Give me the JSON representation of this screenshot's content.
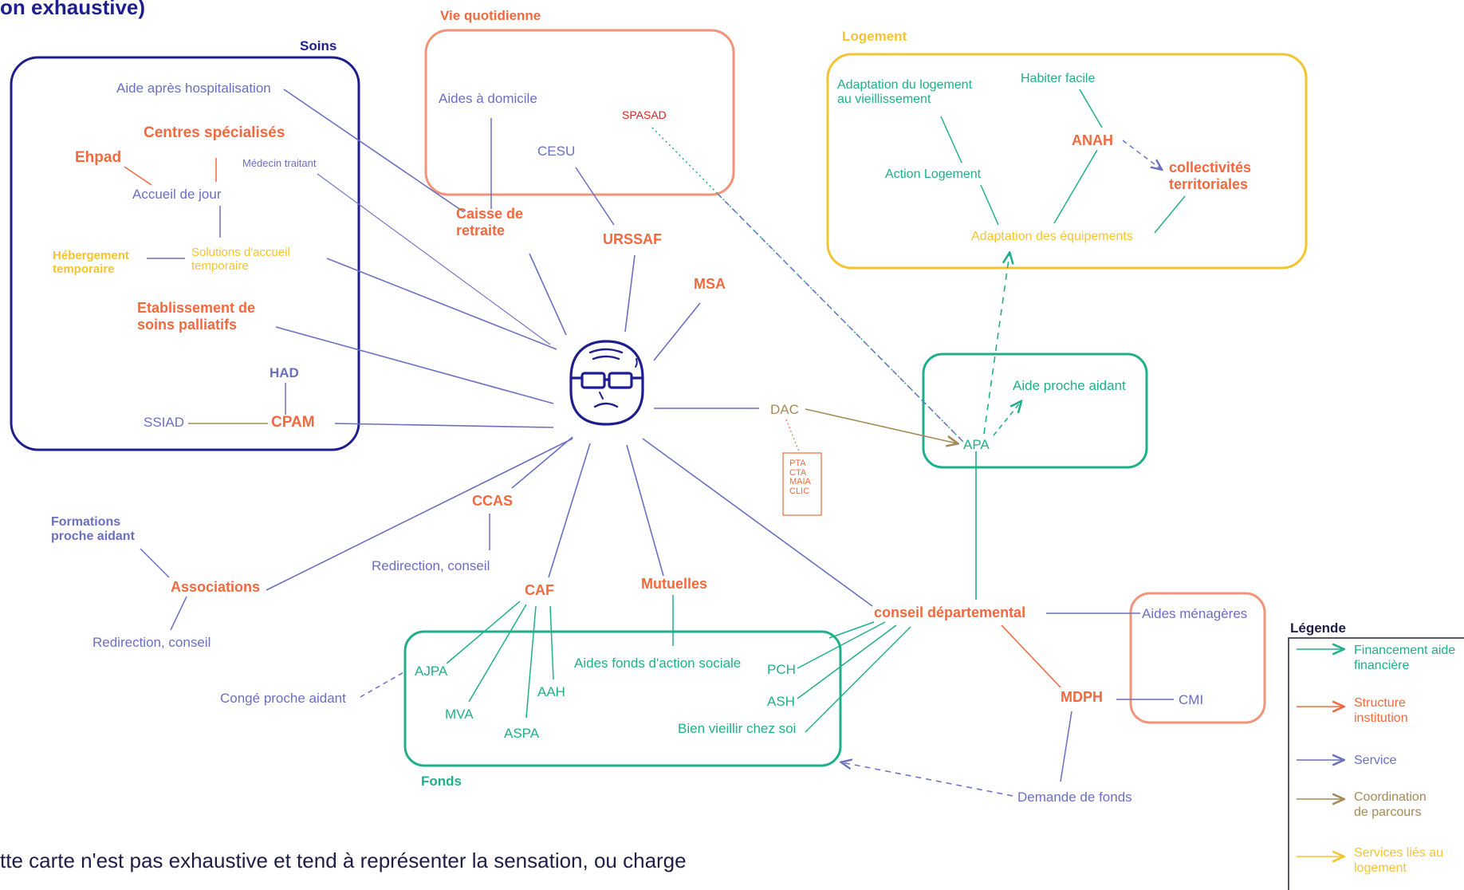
{
  "heading": "on exhaustive)",
  "groups": {
    "soins": "Soins",
    "vie_quotidienne": "Vie quotidienne",
    "logement": "Logement",
    "fonds": "Fonds"
  },
  "nodes": {
    "aide_apres_hosp": "Aide après hospitalisation",
    "centres_specialises": "Centres spécialisés",
    "ehpad": "Ehpad",
    "medecin_traitant": "Médecin traitant",
    "accueil_jour": "Accueil de jour",
    "hebergement_temporaire": "Hébergement temporaire",
    "solutions_accueil": "Solutions d'accueil temporaire",
    "etablissement_palliatifs": "Etablissement de soins palliatifs",
    "had": "HAD",
    "ssiad": "SSIAD",
    "cpam": "CPAM",
    "aides_domicile": "Aides à domicile",
    "spasad": "SPASAD",
    "cesu": "CESU",
    "caisse_retraite": "Caisse de retraite",
    "urssaf": "URSSAF",
    "msa": "MSA",
    "adaptation_logement": "Adaptation du logement au vieillissement",
    "habiter_facile": "Habiter facile",
    "anah": "ANAH",
    "action_logement": "Action Logement",
    "collectivites": "collectivités territoriales",
    "adaptation_equipements": "Adaptation des équipements",
    "aide_proche_aidant": "Aide proche aidant",
    "apa": "APA",
    "dac": "DAC",
    "dac_box": "PTA CTA MAIA CLIC",
    "ccas": "CCAS",
    "redirection_conseil_ccas": "Redirection, conseil",
    "formations_proche_aidant": "Formations proche aidant",
    "associations": "Associations",
    "redirection_conseil_assoc": "Redirection, conseil",
    "caf": "CAF",
    "mutuelles": "Mutuelles",
    "conseil_departemental": "conseil départemental",
    "aides_menageres": "Aides ménagères",
    "mdph": "MDPH",
    "cmi": "CMI",
    "ajpa": "AJPA",
    "conge_proche_aidant": "Congé proche aidant",
    "aides_fonds_action_sociale": "Aides fonds d'action sociale",
    "pch": "PCH",
    "ash": "ASH",
    "aah": "AAH",
    "mva": "MVA",
    "aspa": "ASPA",
    "bien_vieillir": "Bien vieillir chez soi",
    "demande_fonds": "Demande de fonds"
  },
  "legend": {
    "title": "Légende",
    "items": [
      {
        "label": "Financement aide financière",
        "color": "#1fb08a"
      },
      {
        "label": "Structure institution",
        "color": "#f0693f"
      },
      {
        "label": "Service",
        "color": "#6b6fc0"
      },
      {
        "label": "Coordination de parcours",
        "color": "#a48a57"
      },
      {
        "label": "Services liés au logement",
        "color": "#f4c430"
      }
    ]
  },
  "bottom_note_line1": "tte carte n'est pas exhaustive et tend à représenter la sensation, ou charge",
  "colors": {
    "navy_border": "#1e1e8e",
    "coral": "#f0693f",
    "coral_border": "#f2937a",
    "green": "#1fb08a",
    "yellow": "#f4c430",
    "service": "#6b6fc0",
    "olive": "#a48a57",
    "spasad_red": "#e22020"
  }
}
